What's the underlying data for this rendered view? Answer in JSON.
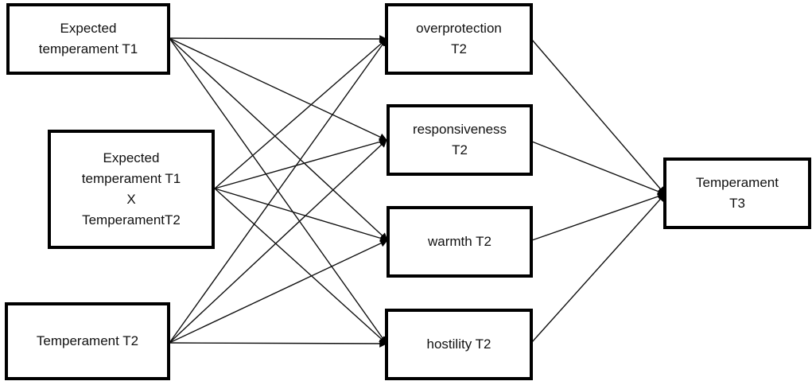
{
  "nodes": {
    "expected_t1": {
      "lines": [
        "Expected",
        "temperament T1"
      ]
    },
    "interaction": {
      "lines": [
        "Expected",
        "temperament T1",
        "X",
        "TemperamentT2"
      ]
    },
    "temperament_t2": {
      "lines": [
        "Temperament T2"
      ]
    },
    "overprotection": {
      "lines": [
        "overprotection",
        "T2"
      ]
    },
    "responsiveness": {
      "lines": [
        "responsiveness",
        "T2"
      ]
    },
    "warmth": {
      "lines": [
        "warmth T2"
      ]
    },
    "hostility": {
      "lines": [
        "hostility T2"
      ]
    },
    "temperament_t3": {
      "lines": [
        "Temperament",
        "T3"
      ]
    }
  },
  "edges": [
    [
      "expected_t1",
      "overprotection"
    ],
    [
      "expected_t1",
      "responsiveness"
    ],
    [
      "expected_t1",
      "warmth"
    ],
    [
      "expected_t1",
      "hostility"
    ],
    [
      "interaction",
      "overprotection"
    ],
    [
      "interaction",
      "responsiveness"
    ],
    [
      "interaction",
      "warmth"
    ],
    [
      "interaction",
      "hostility"
    ],
    [
      "temperament_t2",
      "overprotection"
    ],
    [
      "temperament_t2",
      "responsiveness"
    ],
    [
      "temperament_t2",
      "warmth"
    ],
    [
      "temperament_t2",
      "hostility"
    ],
    [
      "overprotection",
      "temperament_t3"
    ],
    [
      "responsiveness",
      "temperament_t3"
    ],
    [
      "warmth",
      "temperament_t3"
    ],
    [
      "hostility",
      "temperament_t3"
    ]
  ]
}
